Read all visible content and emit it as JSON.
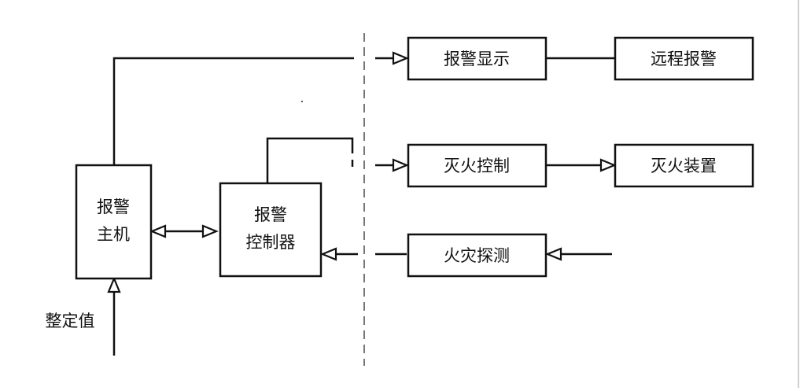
{
  "blocks": {
    "alarm_host": [
      "报警",
      "主机"
    ],
    "alarm_controller": [
      "报警",
      "控制器"
    ],
    "alarm_display": "报警显示",
    "remote_alarm": "远程报警",
    "fire_control": "灭火控制",
    "fire_device": "灭火装置",
    "fire_detection": "火灾探测"
  },
  "labels": {
    "setpoint": "整定值"
  },
  "colors": {
    "line": "#111111",
    "divider": "#777777",
    "background": "#ffffff"
  }
}
